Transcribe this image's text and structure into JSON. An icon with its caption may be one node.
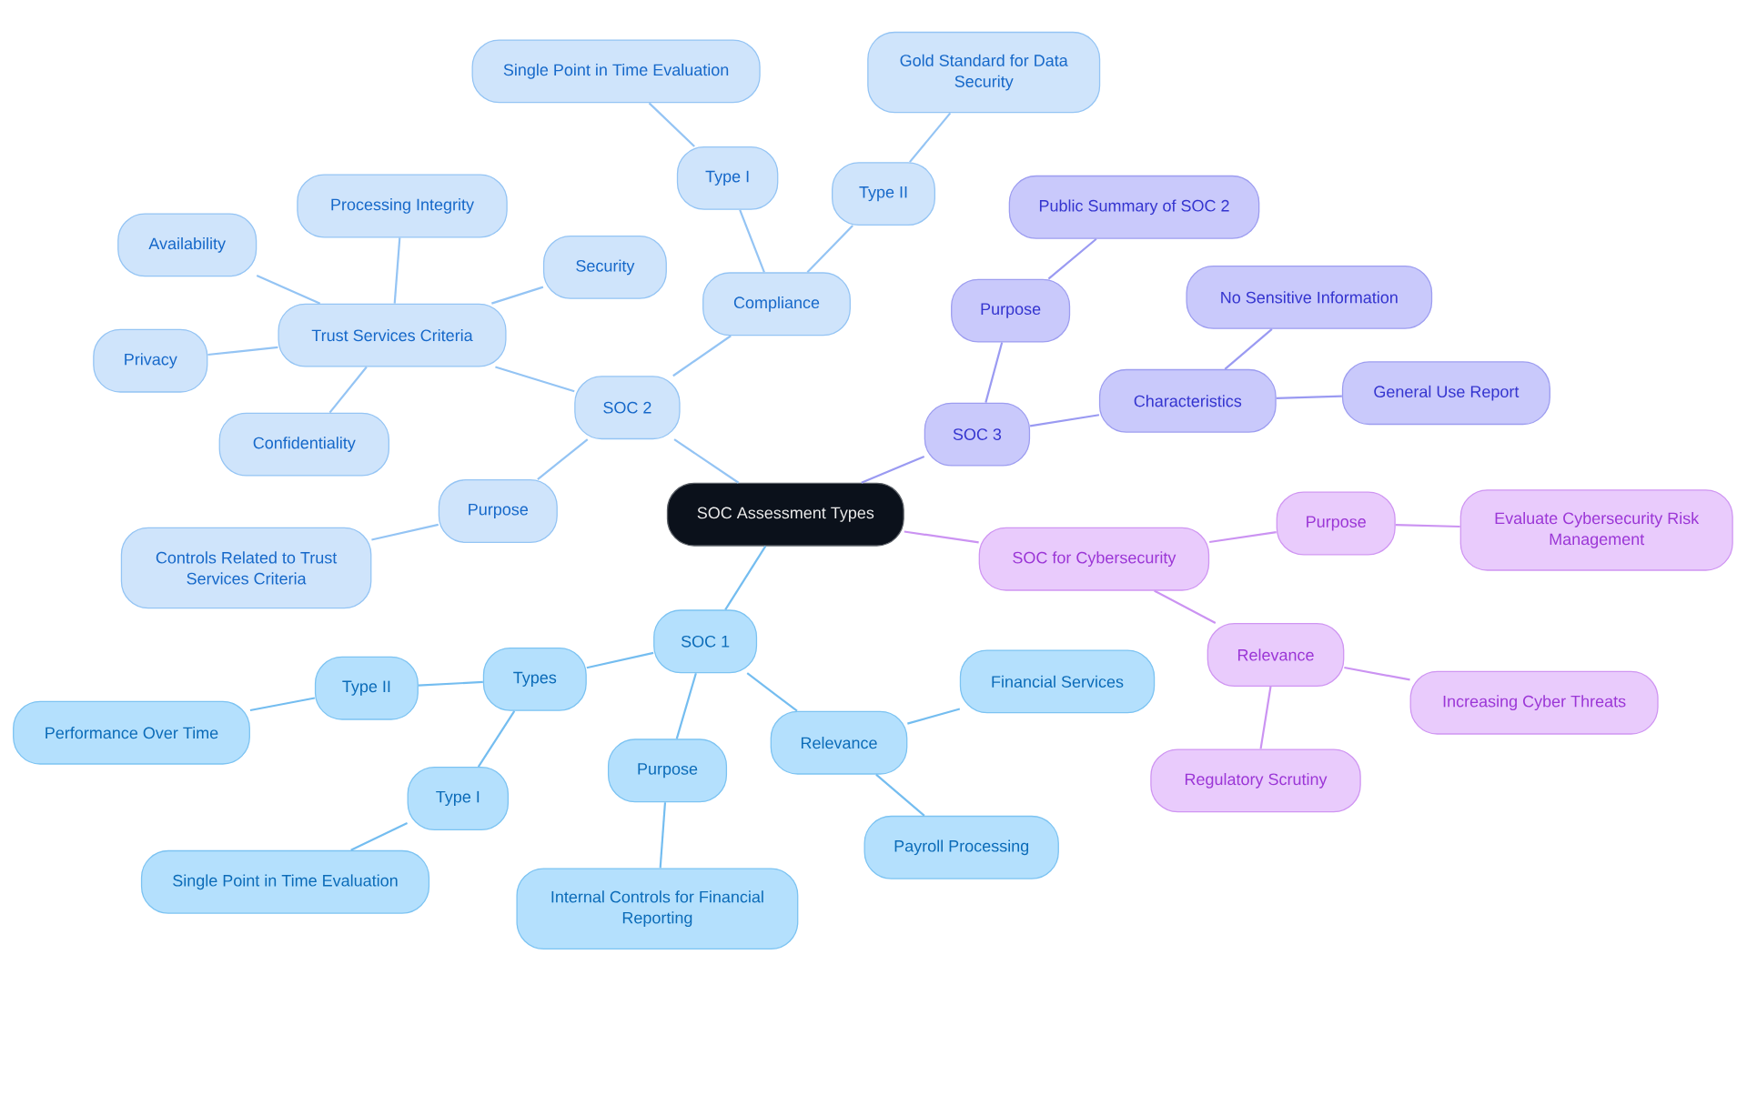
{
  "diagram": {
    "nodes": [
      {
        "text": [
          "SOC Assessment Types"
        ]
      },
      {
        "text": [
          "SOC 2"
        ]
      },
      {
        "text": [
          "Compliance"
        ]
      },
      {
        "text": [
          "Type I"
        ]
      },
      {
        "text": [
          "Single Point in Time Evaluation"
        ]
      },
      {
        "text": [
          "Type II"
        ]
      },
      {
        "text": [
          "Gold Standard for Data Security"
        ]
      },
      {
        "text": [
          "Trust Services Criteria"
        ]
      },
      {
        "text": [
          "Processing Integrity"
        ]
      },
      {
        "text": [
          "Availability"
        ]
      },
      {
        "text": [
          "Security"
        ]
      },
      {
        "text": [
          "Privacy"
        ]
      },
      {
        "text": [
          "Confidentiality"
        ]
      },
      {
        "text": [
          "Purpose"
        ]
      },
      {
        "text": [
          "Controls Related to Trust Services Criteria"
        ]
      },
      {
        "text": [
          "SOC 3"
        ]
      },
      {
        "text": [
          "Purpose"
        ]
      },
      {
        "text": [
          "Public Summary of SOC 2"
        ]
      },
      {
        "text": [
          "Characteristics"
        ]
      },
      {
        "text": [
          "No Sensitive Information"
        ]
      },
      {
        "text": [
          "General Use Report"
        ]
      },
      {
        "text": [
          "SOC for Cybersecurity"
        ]
      },
      {
        "text": [
          "Purpose"
        ]
      },
      {
        "text": [
          "Evaluate Cybersecurity Risk Management"
        ]
      },
      {
        "text": [
          "Relevance"
        ]
      },
      {
        "text": [
          "Increasing Cyber Threats"
        ]
      },
      {
        "text": [
          "Regulatory Scrutiny"
        ]
      },
      {
        "text": [
          "SOC 1"
        ]
      },
      {
        "text": [
          "Types"
        ]
      },
      {
        "text": [
          "Type II"
        ]
      },
      {
        "text": [
          "Performance Over Time"
        ]
      },
      {
        "text": [
          "Type I"
        ]
      },
      {
        "text": [
          "Single Point in Time Evaluation"
        ]
      },
      {
        "text": [
          "Purpose"
        ]
      },
      {
        "text": [
          "Internal Controls for Financial Reporting"
        ]
      },
      {
        "text": [
          "Relevance"
        ]
      },
      {
        "text": [
          "Financial Services"
        ]
      },
      {
        "text": [
          "Payroll Processing"
        ]
      }
    ],
    "edges": [
      {
        "from": 0,
        "to": 1,
        "arrow": "none"
      },
      {
        "from": 1,
        "to": 2,
        "arrow": "none"
      },
      {
        "from": 2,
        "to": 3,
        "arrow": "none"
      },
      {
        "from": 3,
        "to": 4,
        "arrow": "none"
      },
      {
        "from": 2,
        "to": 5,
        "arrow": "none"
      },
      {
        "from": 5,
        "to": 6,
        "arrow": "none"
      },
      {
        "from": 1,
        "to": 7,
        "arrow": "none"
      },
      {
        "from": 7,
        "to": 8,
        "arrow": "none"
      },
      {
        "from": 7,
        "to": 9,
        "arrow": "none"
      },
      {
        "from": 7,
        "to": 10,
        "arrow": "none"
      },
      {
        "from": 7,
        "to": 11,
        "arrow": "none"
      },
      {
        "from": 7,
        "to": 12,
        "arrow": "none"
      },
      {
        "from": 1,
        "to": 13,
        "arrow": "none"
      },
      {
        "from": 13,
        "to": 14,
        "arrow": "none"
      },
      {
        "from": 0,
        "to": 15,
        "arrow": "none",
        "color": "#9a9af2"
      },
      {
        "from": 15,
        "to": 16,
        "arrow": "none",
        "color": "#9a9af2"
      },
      {
        "from": 16,
        "to": 17,
        "arrow": "none",
        "color": "#9a9af2"
      },
      {
        "from": 15,
        "to": 18,
        "arrow": "none",
        "color": "#9a9af2"
      },
      {
        "from": 18,
        "to": 19,
        "arrow": "none",
        "color": "#9a9af2"
      },
      {
        "from": 18,
        "to": 20,
        "arrow": "none",
        "color": "#9a9af2"
      },
      {
        "from": 0,
        "to": 21,
        "arrow": "none",
        "color": "#cb93f2"
      },
      {
        "from": 21,
        "to": 22,
        "arrow": "none",
        "color": "#cb93f2"
      },
      {
        "from": 22,
        "to": 23,
        "arrow": "none",
        "color": "#cb93f2"
      },
      {
        "from": 21,
        "to": 24,
        "arrow": "none",
        "color": "#cb93f2"
      },
      {
        "from": 24,
        "to": 25,
        "arrow": "none",
        "color": "#cb93f2"
      },
      {
        "from": 24,
        "to": 26,
        "arrow": "none",
        "color": "#cb93f2"
      },
      {
        "from": 0,
        "to": 27,
        "arrow": "none",
        "color": "#74bdf0"
      },
      {
        "from": 27,
        "to": 28,
        "arrow": "none",
        "color": "#74bdf0"
      },
      {
        "from": 28,
        "to": 29,
        "arrow": "none",
        "color": "#74bdf0"
      },
      {
        "from": 29,
        "to": 30,
        "arrow": "none",
        "color": "#74bdf0"
      },
      {
        "from": 28,
        "to": 31,
        "arrow": "none",
        "color": "#74bdf0"
      },
      {
        "from": 31,
        "to": 32,
        "arrow": "none",
        "color": "#74bdf0"
      },
      {
        "from": 27,
        "to": 33,
        "arrow": "none",
        "color": "#74bdf0"
      },
      {
        "from": 33,
        "to": 34,
        "arrow": "none",
        "color": "#74bdf0"
      },
      {
        "from": 27,
        "to": 35,
        "arrow": "none",
        "color": "#74bdf0"
      },
      {
        "from": 35,
        "to": 36,
        "arrow": "none",
        "color": "#74bdf0"
      },
      {
        "from": 35,
        "to": 37,
        "arrow": "none",
        "color": "#74bdf0"
      }
    ]
  }
}
